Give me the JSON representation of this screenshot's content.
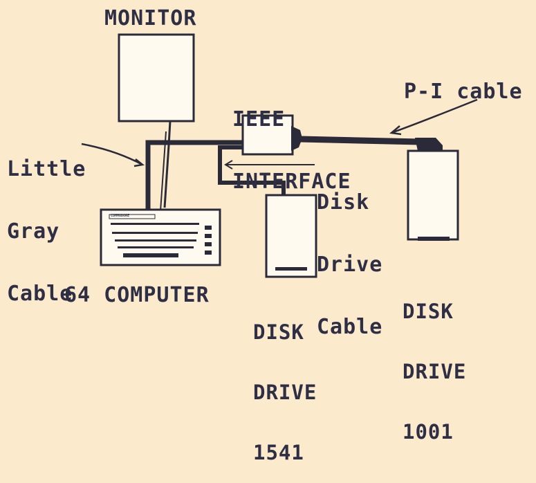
{
  "colors": {
    "paper": "#fbeacb",
    "ink": "#2e2e44",
    "cable": "#2a2a38",
    "box_fill": "#fffaf0"
  },
  "labels": {
    "monitor": "MONITOR",
    "ieee_line1": "IEEE",
    "ieee_line2": "INTERFACE",
    "pi_cable": "P-I cable",
    "little_gray_line1": "Little",
    "little_gray_line2": "Gray",
    "little_gray_line3": "Cable",
    "disk_drive_cable_line1": "Disk",
    "disk_drive_cable_line2": "Drive",
    "disk_drive_cable_line3": "Cable",
    "computer": "64 COMPUTER",
    "drive1541_line1": "DISK",
    "drive1541_line2": "DRIVE",
    "drive1541_line3": "1541",
    "drive1001_line1": "DISK",
    "drive1001_line2": "DRIVE",
    "drive1001_line3": "1001",
    "keyboard_brand": "COMMODORE"
  }
}
